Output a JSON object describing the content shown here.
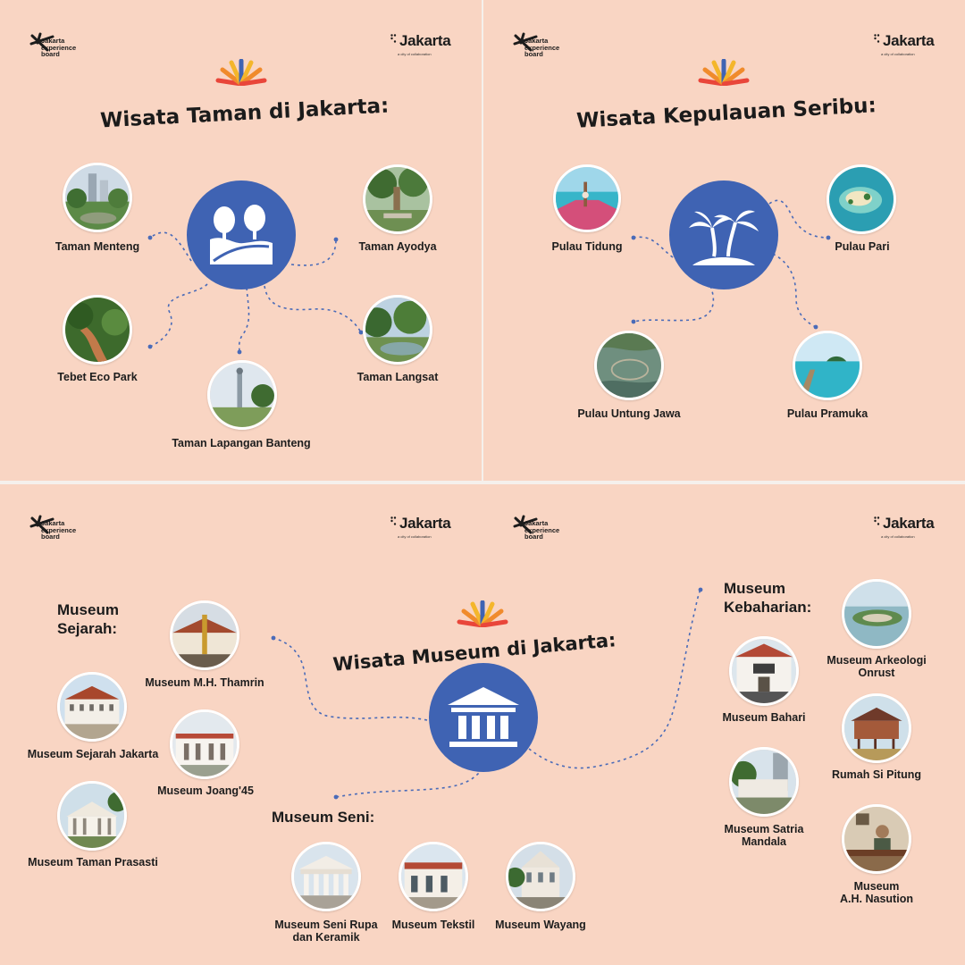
{
  "brand": {
    "jeb_line1": "Jakarta",
    "jeb_line2": "experience",
    "jeb_line3": "board",
    "jakarta_word": "Jakarta",
    "jakarta_tagline": "a city of collaboration"
  },
  "colors": {
    "background": "#f9d5c3",
    "hub": "#3f63b3",
    "link": "#4a6bb8",
    "text": "#1b1b1b"
  },
  "icons": {
    "parks_hub": "park-trees-icon",
    "islands_hub": "palm-island-icon",
    "museums_hub": "museum-building-icon",
    "decoration": "sunrise-icon"
  },
  "parks": {
    "title": "Wisata Taman di Jakarta:",
    "items": [
      {
        "name": "Taman Menteng"
      },
      {
        "name": "Taman Ayodya"
      },
      {
        "name": "Tebet Eco Park"
      },
      {
        "name": "Taman Langsat"
      },
      {
        "name": "Taman Lapangan Banteng"
      }
    ]
  },
  "islands": {
    "title": "Wisata Kepulauan Seribu:",
    "items": [
      {
        "name": "Pulau Tidung"
      },
      {
        "name": "Pulau Pari"
      },
      {
        "name": "Pulau Untung Jawa"
      },
      {
        "name": "Pulau Pramuka"
      }
    ]
  },
  "museums": {
    "title": "Wisata Museum di Jakarta:",
    "sejarah": {
      "heading_line1": "Museum",
      "heading_line2": "Sejarah:",
      "items": [
        {
          "name": "Museum M.H. Thamrin"
        },
        {
          "name": "Museum Sejarah Jakarta"
        },
        {
          "name": "Museum Joang'45"
        },
        {
          "name": "Museum Taman Prasasti"
        }
      ]
    },
    "seni": {
      "heading": "Museum Seni:",
      "items": [
        {
          "line1": "Museum Seni Rupa",
          "line2": "dan Keramik"
        },
        {
          "line1": "Museum Tekstil"
        },
        {
          "line1": "Museum Wayang"
        }
      ]
    },
    "kebaharian": {
      "heading_line1": "Museum",
      "heading_line2": "Kebaharian:",
      "items": [
        {
          "line1": "Museum Arkeologi",
          "line2": "Onrust"
        },
        {
          "line1": "Museum Bahari"
        },
        {
          "line1": "Rumah Si Pitung"
        },
        {
          "line1": "Museum Satria",
          "line2": "Mandala"
        },
        {
          "line1": "Museum",
          "line2": "A.H. Nasution"
        }
      ]
    }
  }
}
